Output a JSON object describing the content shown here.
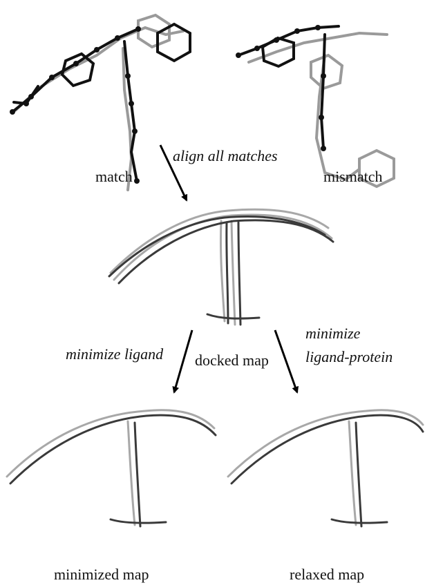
{
  "labels": {
    "match": "match",
    "mismatch": "mismatch",
    "align": "align all matches",
    "min_ligand": "minimize ligand",
    "docked": "docked map",
    "min_lp_1": "minimize",
    "min_lp_2": "ligand-protein",
    "minimized": "minimized map",
    "relaxed": "relaxed map"
  },
  "colors": {
    "match_stick": "#111111",
    "reference_stick": "#9a9a9a",
    "ensemble_dark": "#3a3a3a",
    "ensemble_light": "#a8a8a8",
    "arrow": "#000000"
  }
}
